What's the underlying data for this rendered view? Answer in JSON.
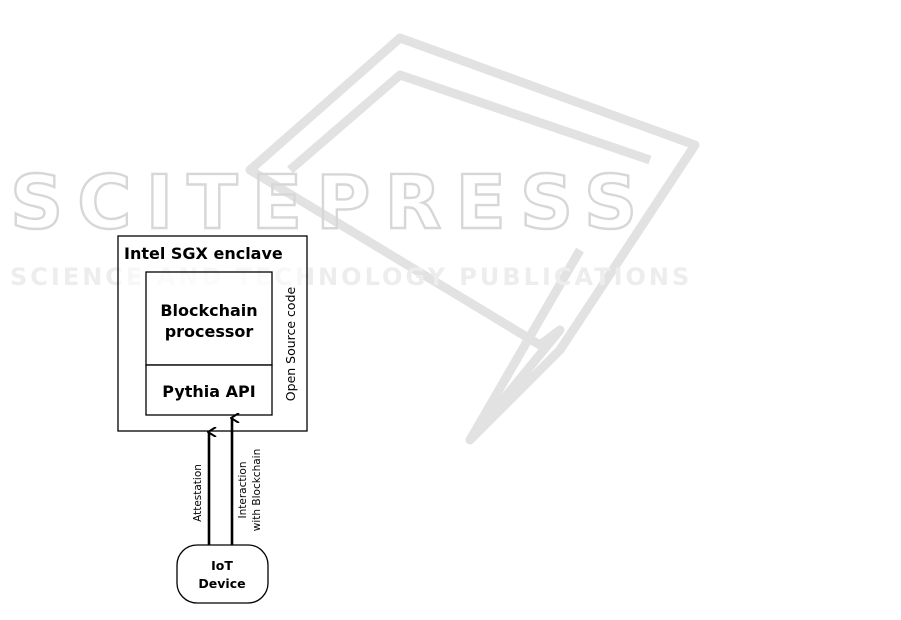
{
  "watermark": {
    "brand": "SCITEPRESS",
    "tagline": "SCIENCE AND TECHNOLOGY PUBLICATIONS"
  },
  "diagram": {
    "enclave_title": "Intel SGX enclave",
    "blockchain_processor": [
      "Blockchain",
      "processor"
    ],
    "pythia_api": "Pythia API",
    "open_source_label": "Open Source code",
    "arrow_attestation": "Attestation",
    "arrow_interaction": [
      "Interaction",
      "with Blockchain"
    ],
    "iot_device": [
      "IoT",
      "Device"
    ]
  }
}
